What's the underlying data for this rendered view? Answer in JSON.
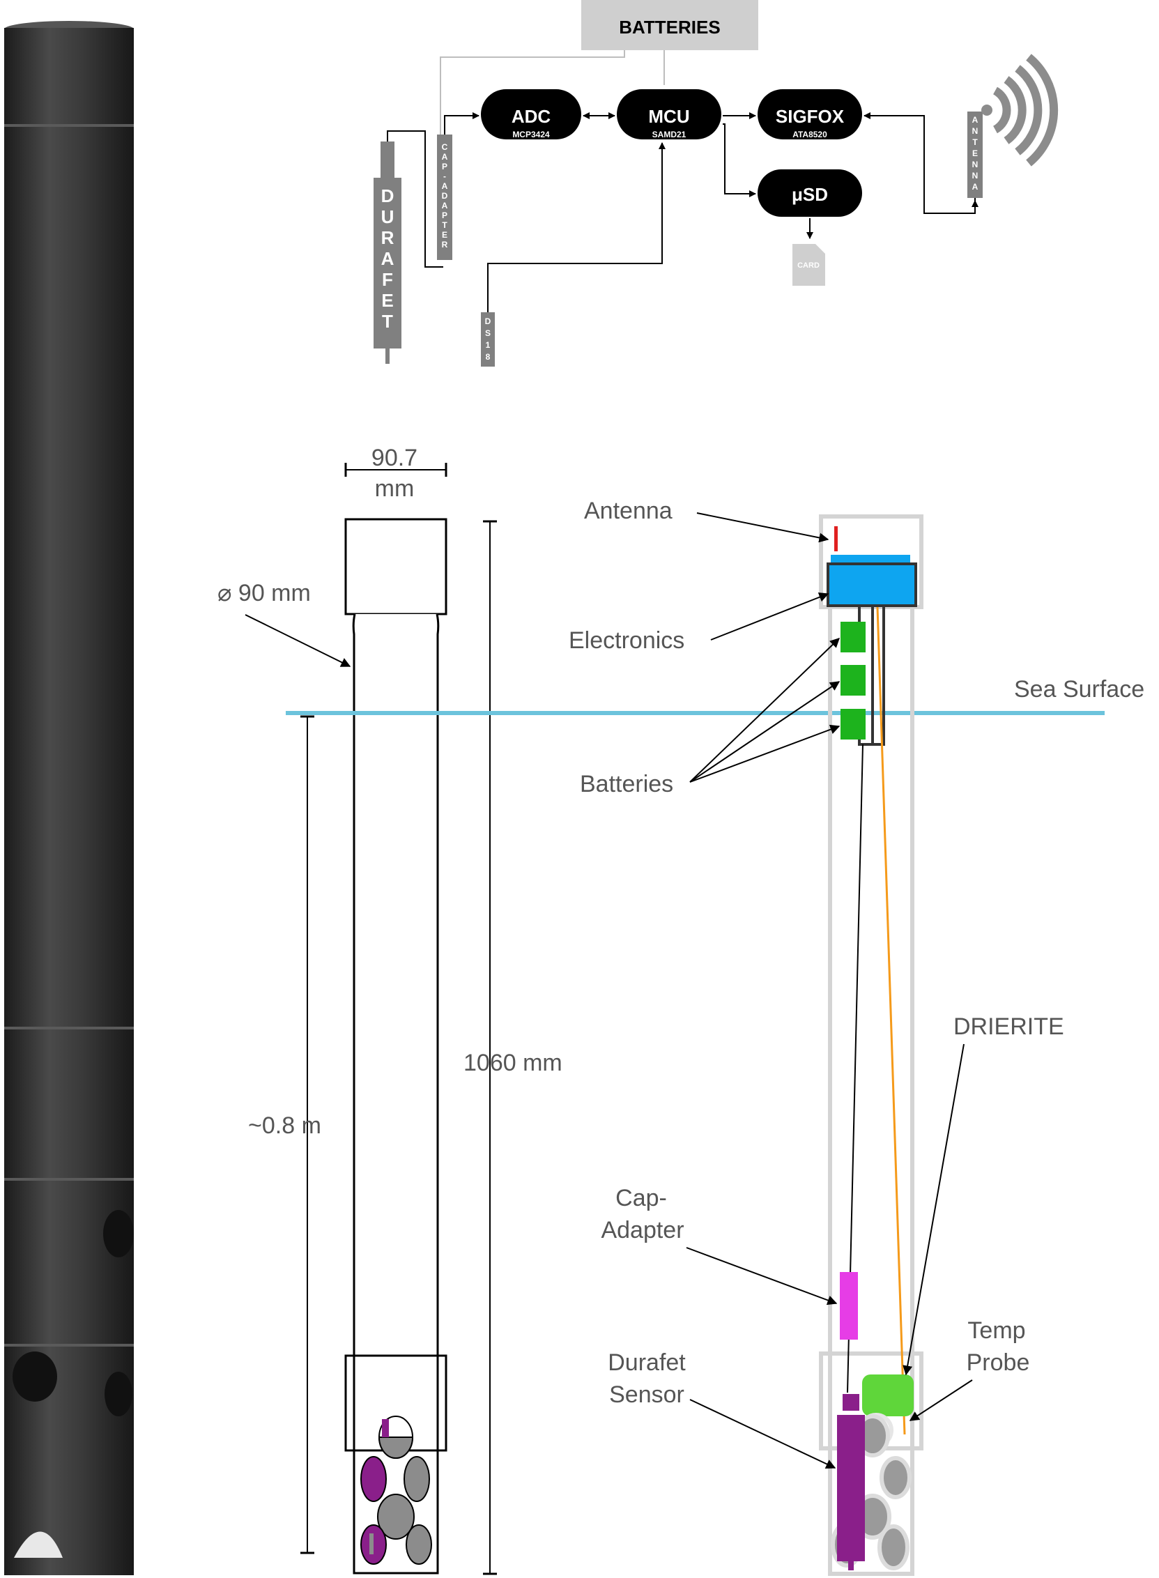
{
  "block_diagram": {
    "batteries": "BATTERIES",
    "adc": {
      "title": "ADC",
      "sub": "MCP3424"
    },
    "mcu": {
      "title": "MCU",
      "sub": "SAMD21"
    },
    "sigfox": {
      "title": "SIGFOX",
      "sub": "ATA8520"
    },
    "usd": {
      "title": "μSD"
    },
    "card": "CARD",
    "durafet": "DURAFET",
    "cap_adapter": "CAP-ADAPTER",
    "antenna": "ANTENNA",
    "ds18": "DS18"
  },
  "dimensions": {
    "width_top": "90.7",
    "width_unit": "mm",
    "diameter": "⌀ 90 mm",
    "length": "1060 mm",
    "submerged": "~0.8 m"
  },
  "labels": {
    "antenna": "Antenna",
    "electronics": "Electronics",
    "sea_surface": "Sea Surface",
    "batteries": "Batteries",
    "drierite": "DRIERITE",
    "cap_adapter_1": "Cap-",
    "cap_adapter_2": "Adapter",
    "temp_probe_1": "Temp",
    "temp_probe_2": "Probe",
    "durafet_1": "Durafet",
    "durafet_2": "Sensor"
  },
  "colors": {
    "pill": "#000000",
    "grey_block": "#808080",
    "light_grey": "#cfcfcf",
    "sea": "#6cc3dc",
    "electronics": "#0ea5f0",
    "battery": "#1db31d",
    "cap_adapter": "#e63de6",
    "durafet": "#8a1f8a",
    "drierite": "#5fd63a",
    "wire": "#f59a1a",
    "antenna_rod": "#e02020",
    "tube_photo": "#333333"
  }
}
